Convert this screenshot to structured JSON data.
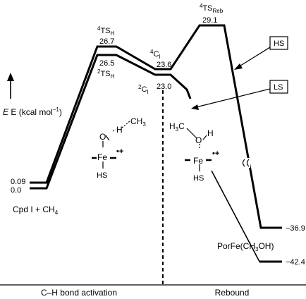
{
  "y_axis": {
    "label_main": "E (kcal mol",
    "label_sup": "−1",
    "label_close": ")"
  },
  "reactant": {
    "label": "Cpd I  +  CH",
    "label_sub": "4",
    "energy_hs": "0.09",
    "energy_ls": "0.0"
  },
  "states": {
    "ts_h_hs": {
      "sup": "4",
      "base": "TS",
      "sub": "H",
      "energy": "26.7"
    },
    "ts_h_ls": {
      "sup": "2",
      "base": "TS",
      "sub": "H",
      "energy": "26.5"
    },
    "ci_hs": {
      "sup": "4",
      "base": "C",
      "sub": "I",
      "energy": "23.6"
    },
    "ci_ls": {
      "sup": "2",
      "base": "C",
      "sub": "I",
      "energy": "23.0"
    },
    "ts_reb_hs": {
      "sup": "4",
      "base": "TS",
      "sub": "Reb",
      "energy": "29.1"
    }
  },
  "products": {
    "label": "PorFe(CH",
    "label_sub": "3",
    "label_close": "OH)",
    "energy_1": "−36.9",
    "energy_2": "−42.4"
  },
  "callouts": {
    "hs": "HS",
    "ls": "LS"
  },
  "structure_ts": {
    "methyl_base": "CH",
    "methyl_sub": "3",
    "h": "H",
    "o": "O",
    "fe": "Fe",
    "radical": "•+",
    "thiolate": "HS"
  },
  "structure_ci": {
    "methyl_base": "H",
    "methyl_sub": "3",
    "methyl_c": "C",
    "o": "O",
    "h": "H",
    "fe": "Fe",
    "radical": "•+",
    "thiolate": "HS"
  },
  "phases": {
    "left": "C–H bond activation",
    "right": "Rebound"
  }
}
